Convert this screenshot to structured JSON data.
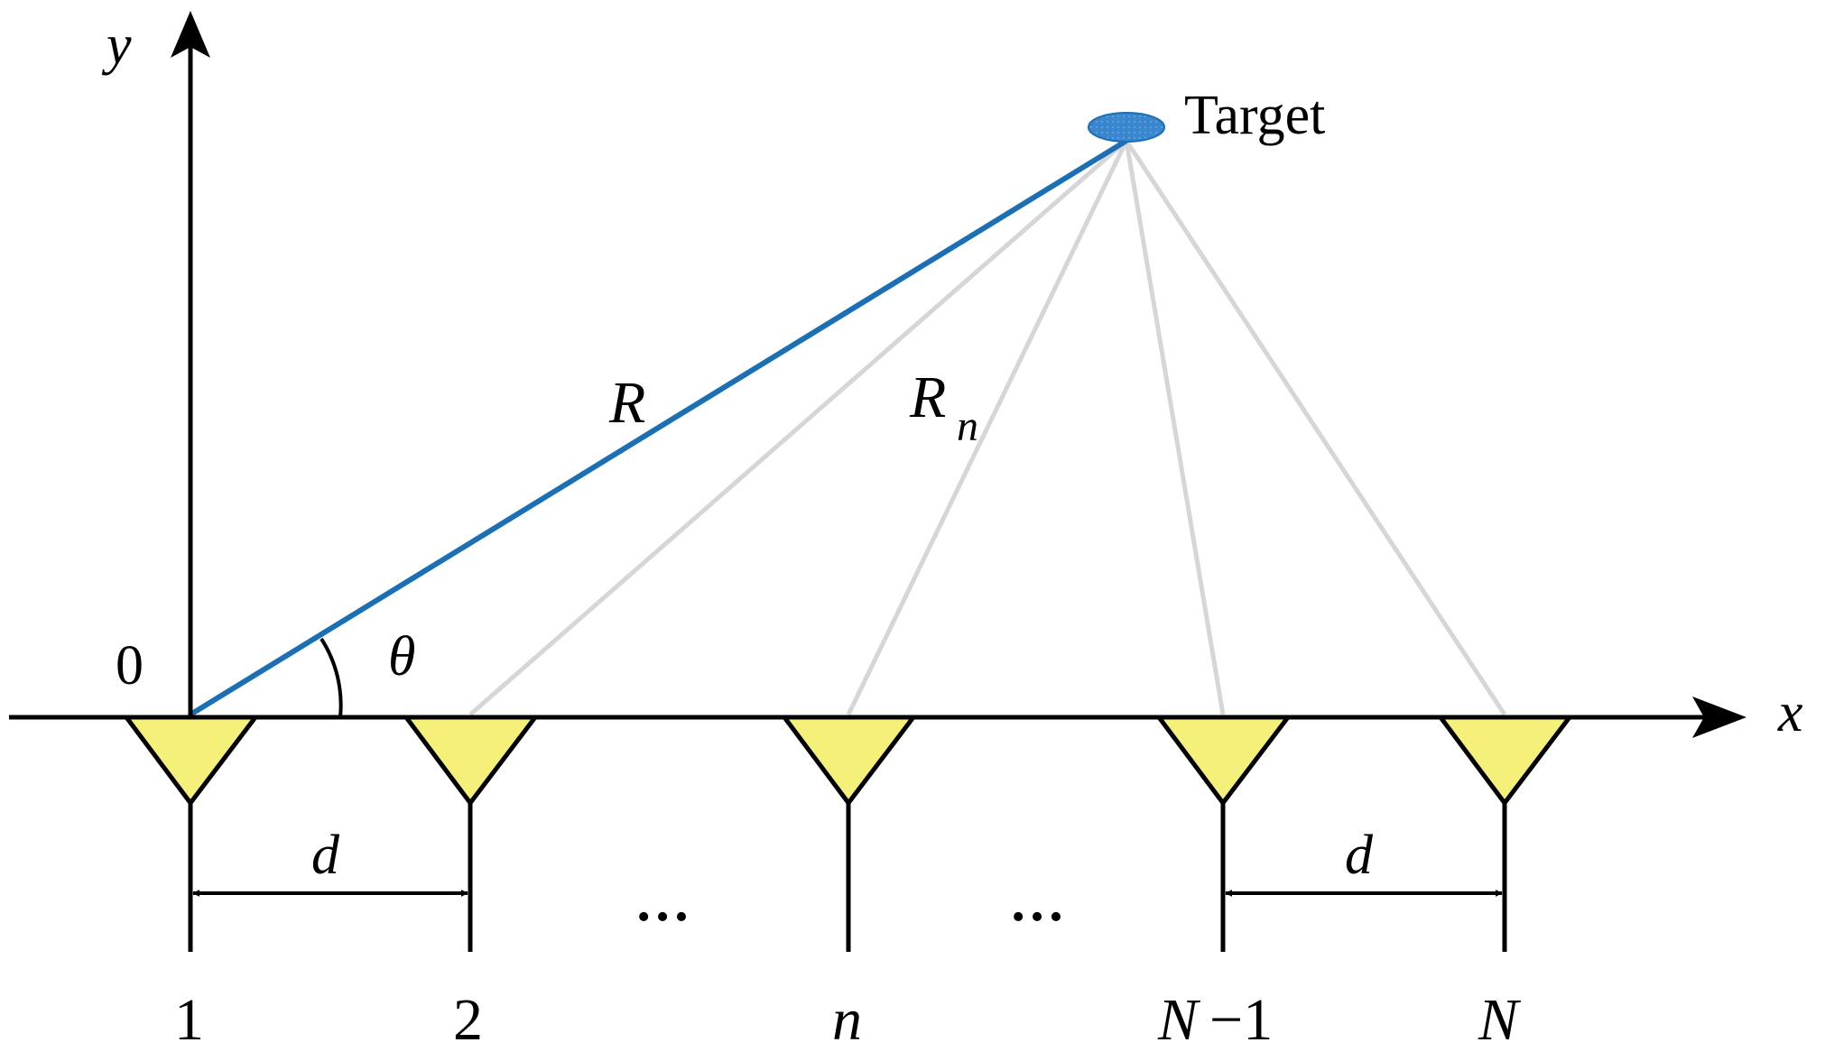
{
  "diagram": {
    "target_label": "Target",
    "origin_label": "0",
    "x_axis_label": "x",
    "y_axis_label": "y",
    "range_label": "R",
    "range_n_main": "R",
    "range_n_sub": "n",
    "angle_label": "θ",
    "spacing_label_left": "d",
    "spacing_label_right": "d",
    "ellipsis_left": "…",
    "ellipsis_right": "…",
    "element_labels": {
      "e1": "1",
      "e2": "2",
      "en": "n",
      "eN1_main": "N",
      "eN1_rest": "−1",
      "eN": "N"
    },
    "colors": {
      "main_ray": "#1a6fb5",
      "other_rays": "#d6d6d6",
      "antenna_fill": "#f5f07a",
      "target_fill": "#3a86cf",
      "ink": "#000000"
    }
  }
}
